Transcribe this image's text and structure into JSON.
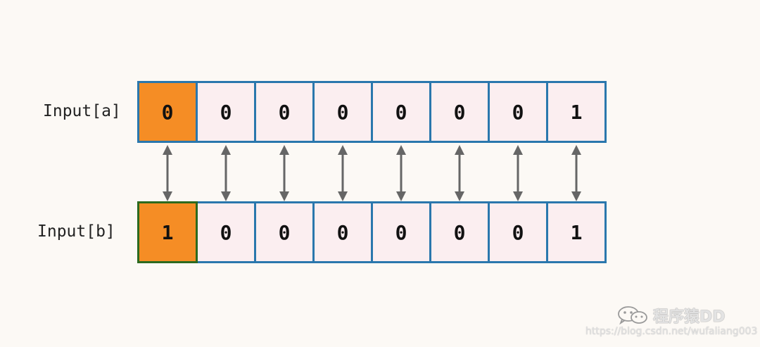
{
  "rows": {
    "a": {
      "label": "Input[a]",
      "bits": [
        "0",
        "0",
        "0",
        "0",
        "0",
        "0",
        "0",
        "1"
      ],
      "highlight_index": 0
    },
    "b": {
      "label": "Input[b]",
      "bits": [
        "1",
        "0",
        "0",
        "0",
        "0",
        "0",
        "0",
        "1"
      ],
      "highlight_index": 0
    }
  },
  "colors": {
    "cell_fill": "#fbeef0",
    "cell_border": "#2a77ad",
    "highlight_fill": "#f58d25",
    "highlight_border_b": "#2c6a1e",
    "arrow": "#666666",
    "background": "#fcf9f5"
  },
  "watermark": {
    "icon": "wechat-icon",
    "name": "程序猿DD",
    "url": "https://blog.csdn.net/wufaliang003"
  }
}
